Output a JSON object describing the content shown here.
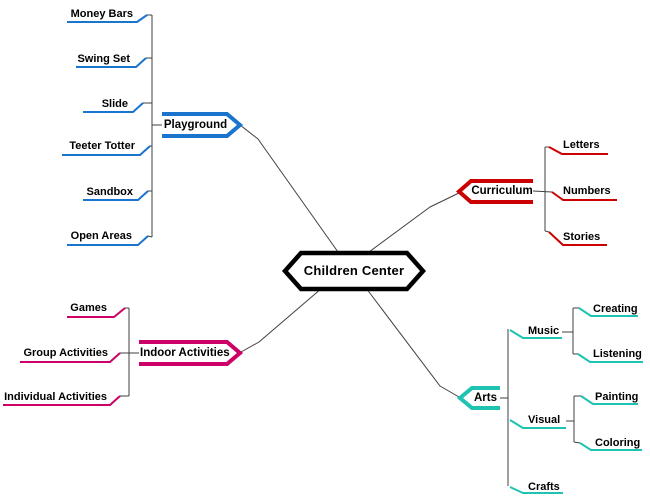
{
  "center": {
    "label": "Children Center",
    "border_color": "#000000"
  },
  "line_color": "#404040",
  "branches": {
    "playground": {
      "label": "Playground",
      "color": "#1B74CE",
      "children": [
        {
          "label": "Money Bars"
        },
        {
          "label": "Swing Set"
        },
        {
          "label": "Slide"
        },
        {
          "label": "Teeter Totter"
        },
        {
          "label": "Sandbox"
        },
        {
          "label": "Open Areas"
        }
      ]
    },
    "curriculum": {
      "label": "Curriculum",
      "color": "#CC0000",
      "children": [
        {
          "label": "Letters"
        },
        {
          "label": "Numbers"
        },
        {
          "label": "Stories"
        }
      ]
    },
    "indoor_activities": {
      "label": "Indoor Activities",
      "color": "#CC0066",
      "children": [
        {
          "label": "Games"
        },
        {
          "label": "Group Activities"
        },
        {
          "label": "Individual Activities"
        }
      ]
    },
    "arts": {
      "label": "Arts",
      "color": "#1EC3B1",
      "children": [
        {
          "label": "Music",
          "children": [
            {
              "label": "Creating"
            },
            {
              "label": "Listening"
            }
          ]
        },
        {
          "label": "Visual",
          "children": [
            {
              "label": "Painting"
            },
            {
              "label": "Coloring"
            }
          ]
        },
        {
          "label": "Crafts",
          "children": []
        }
      ]
    }
  }
}
